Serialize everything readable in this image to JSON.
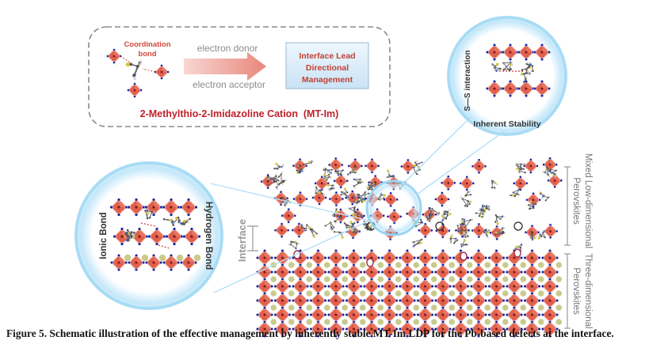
{
  "legend": {
    "coordination_bond": [
      "Coordination",
      "bond"
    ],
    "electron_donor": "electron donor",
    "electron_acceptor": "electron acceptor",
    "management_box": [
      "Interface Lead",
      "Directional",
      "Management"
    ],
    "cation_name": "2-Methylthio-2-Imidazoline Cation  (MT-Im)"
  },
  "callouts": {
    "ss_interaction": "S—S interaction",
    "inherent_stability": "Inherent Stability",
    "ionic_bond": "Ionic Bond",
    "hydrogen_bond": "Hydrogen Bond"
  },
  "main": {
    "interface_label": "Interface",
    "upper_region": [
      "Mixed Low-dimensional",
      "Perovskites"
    ],
    "lower_region": [
      "Three-dimensional",
      "Perovskites"
    ]
  },
  "caption": {
    "label": "Figure 5.",
    "text": " Schematic illustration of the effective management by inherently stable MT-Im LDP for the Pb-based defects at the interface."
  },
  "colors": {
    "octahedron": "#e0604c",
    "octahedron_edge": "#f4a898",
    "pb_center": "#7a1818",
    "halide": "#1a1f9a",
    "cation_sphere": "#c9cb8e",
    "bubble_glow": "#8fd0f0",
    "bond_line": "#d23a3a",
    "arrow": "#f2b0a8",
    "box_fill": "#d8ecfa",
    "cation_name": "#c0202a"
  }
}
